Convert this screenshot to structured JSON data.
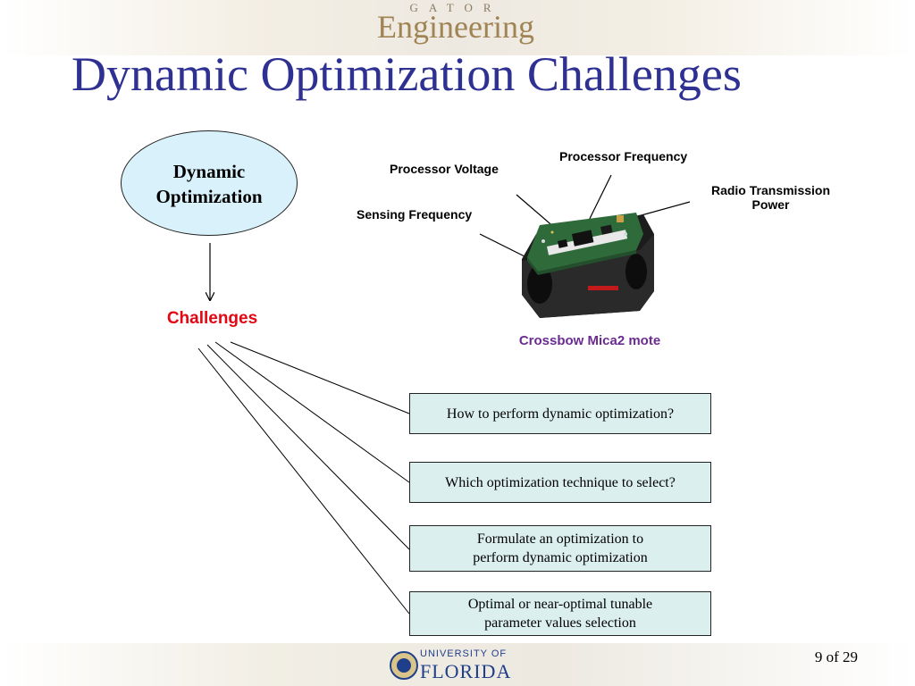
{
  "header": {
    "logo_small": "GATOR",
    "logo_large": "Engineering"
  },
  "slide": {
    "title": "Dynamic Optimization Challenges",
    "ellipse_line1": "Dynamic",
    "ellipse_line2": "Optimization",
    "challenges_label": "Challenges",
    "labels": {
      "processor_frequency": "Processor Frequency",
      "processor_voltage": "Processor Voltage",
      "radio_power_line1": "Radio Transmission",
      "radio_power_line2": "Power",
      "sensing_frequency": "Sensing Frequency"
    },
    "caption": "Crossbow Mica2 mote",
    "boxes": [
      {
        "line1": "How to perform dynamic optimization?",
        "line2": ""
      },
      {
        "line1": "Which optimization technique to select?",
        "line2": ""
      },
      {
        "line1": "Formulate an optimization to",
        "line2": "perform dynamic optimization"
      },
      {
        "line1": "Optimal or near-optimal tunable",
        "line2": "parameter values selection"
      }
    ]
  },
  "footer": {
    "university_small": "UNIVERSITY OF",
    "university_large": "FLORIDA",
    "page_number": "9 of 29"
  },
  "colors": {
    "title": "#2e3192",
    "challenges": "#e30613",
    "caption": "#6a2c91",
    "ellipse_fill": "#d9f1fb",
    "box_fill": "#dcefef"
  }
}
